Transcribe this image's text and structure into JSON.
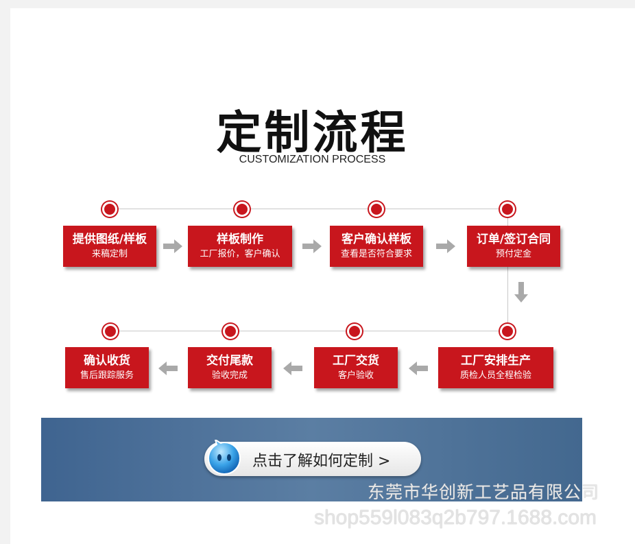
{
  "header": {
    "title": "定制流程",
    "subtitle": "CUSTOMIZATION PROCESS"
  },
  "steps_row1": [
    {
      "title": "提供图纸/样板",
      "desc": "来稿定制"
    },
    {
      "title": "样板制作",
      "desc": "工厂报价，客户确认"
    },
    {
      "title": "客户确认样板",
      "desc": "查看是否符合要求"
    },
    {
      "title": "订单/签订合同",
      "desc": "预付定金"
    }
  ],
  "steps_row2": [
    {
      "title": "确认收货",
      "desc": "售后跟踪服务"
    },
    {
      "title": "交付尾款",
      "desc": "验收完成"
    },
    {
      "title": "工厂交货",
      "desc": "客户验收"
    },
    {
      "title": "工厂安排生产",
      "desc": "质检人员全程检验"
    }
  ],
  "banner": {
    "cta_label": "点击了解如何定制 >"
  },
  "watermark": {
    "company": "东莞市华创新工艺品有限公司",
    "shop_url": "shop559l083q2b797.1688.com"
  },
  "colors": {
    "accent_red": "#c8161d",
    "arrow_gray": "#a9a9a9",
    "banner_blue": "#4a6f97"
  }
}
